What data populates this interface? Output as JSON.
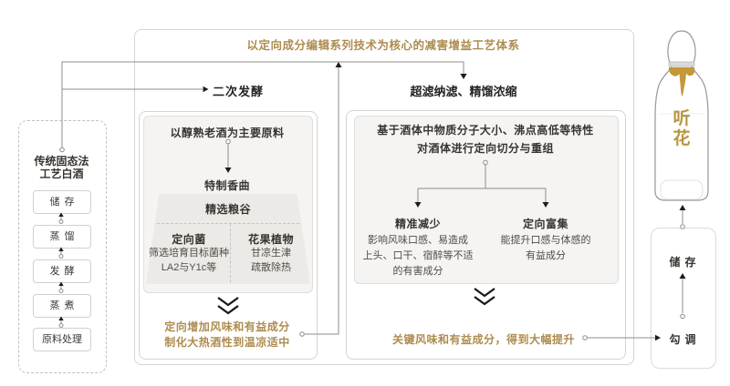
{
  "title": "以定向成分编辑系列技术为核心的减害增益工艺体系",
  "colors": {
    "accent_gold": "#ad8c4f",
    "text_dark": "#2f2c28",
    "connector_gray": "#8f8f8f",
    "bottle_gold": "#c49738",
    "panel_gray": "#f5f4f2"
  },
  "sidebar": {
    "title_line1": "传统固态法",
    "title_line2": "工艺白酒",
    "items": [
      "储存",
      "蒸馏",
      "发酵",
      "蒸煮",
      "原料处理"
    ]
  },
  "fermentation": {
    "header": "二次发酵",
    "source": "以醇熟老酒为主要原料",
    "koji": "特制香曲",
    "grain": "精选粮谷",
    "bacteria_title": "定向菌",
    "bacteria_line1": "筛选培育目标菌种",
    "bacteria_line2": "LA2与Y1c等",
    "plant_title": "花果植物",
    "plant_line1": "甘凉生津",
    "plant_line2": "疏散除热",
    "result_line1": "定向增加风味和有益成分",
    "result_line2": "制化大热酒性到温凉适中"
  },
  "filtration": {
    "header": "超滤纳滤、精馏浓缩",
    "principle_line1": "基于酒体中物质分子大小、沸点高低等特性",
    "principle_line2": "对酒体进行定向切分与重组",
    "reduce_title": "精准减少",
    "reduce_line1": "影响风味口感、易造成",
    "reduce_line2": "上头、口干、宿醉等不适",
    "reduce_line3": "的有害成分",
    "enrich_title": "定向富集",
    "enrich_line1": "能提升口感与体感的",
    "enrich_line2": "有益成分",
    "result": "关键风味和有益成分，得到大幅提升"
  },
  "finishing": {
    "storage": "储存",
    "blending": "勾调"
  },
  "bottle": {
    "brand_char1": "听",
    "brand_char2": "花"
  }
}
